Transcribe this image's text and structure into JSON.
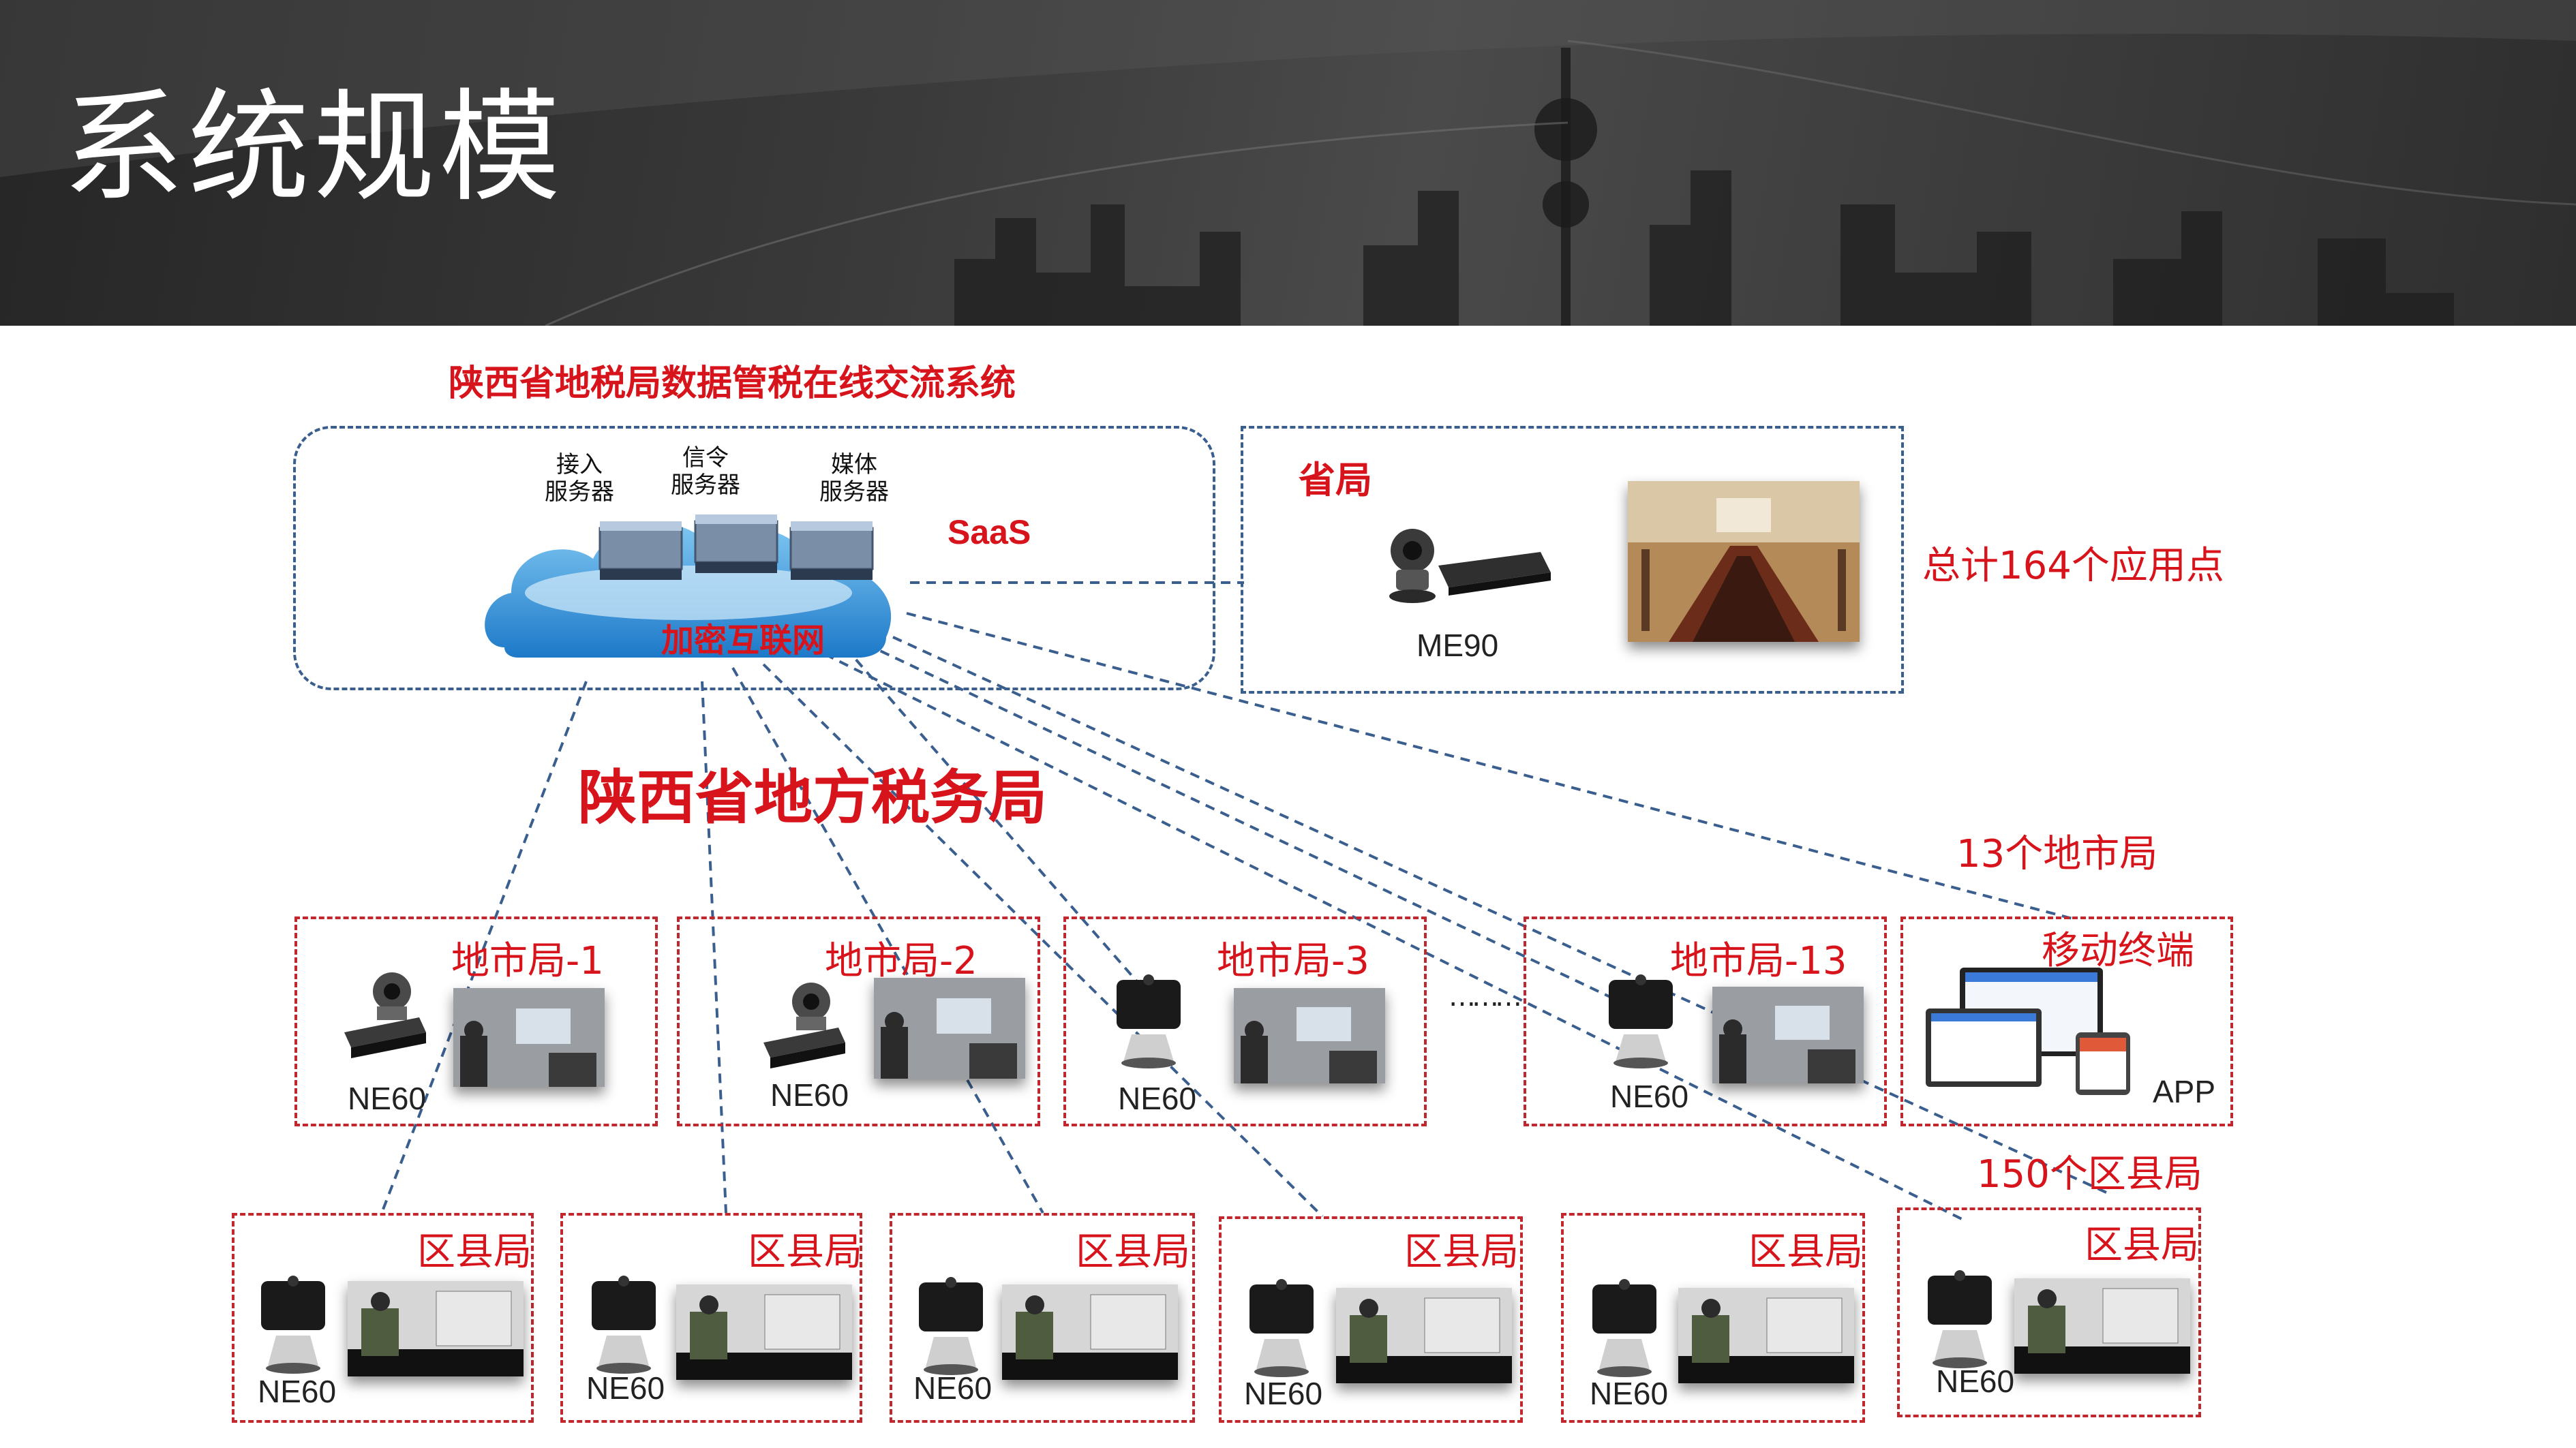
{
  "header": {
    "title": "系统规模"
  },
  "diagram": {
    "system_title": "陕西省地税局数据管税在线交流系统",
    "cloud": {
      "servers": [
        "接入\n服务器",
        "信令\n服务器",
        "媒体\n服务器"
      ],
      "saas": "SaaS",
      "network": "加密互联网"
    },
    "province": {
      "title": "省局",
      "device": "ME90",
      "total_points": "总计164个应用点"
    },
    "bureau_title": "陕西省地方税务局",
    "city_count": "13个地市局",
    "county_count": "150个区县局",
    "ellipsis": "………",
    "cities": [
      {
        "name": "地市局-1",
        "device": "NE60"
      },
      {
        "name": "地市局-2",
        "device": "NE60"
      },
      {
        "name": "地市局-3",
        "device": "NE60"
      },
      {
        "name": "地市局-13",
        "device": "NE60"
      }
    ],
    "mobile": {
      "name": "移动终端",
      "device": "APP"
    },
    "counties": [
      {
        "name": "区县局",
        "device": "NE60"
      },
      {
        "name": "区县局",
        "device": "NE60"
      },
      {
        "name": "区县局",
        "device": "NE60"
      },
      {
        "name": "区县局",
        "device": "NE60"
      },
      {
        "name": "区县局",
        "device": "NE60"
      },
      {
        "name": "区县局",
        "device": "NE60"
      }
    ]
  },
  "colors": {
    "accent_red": "#d7141b",
    "line_blue": "#3a5f8f",
    "box_red": "#c1272d"
  }
}
